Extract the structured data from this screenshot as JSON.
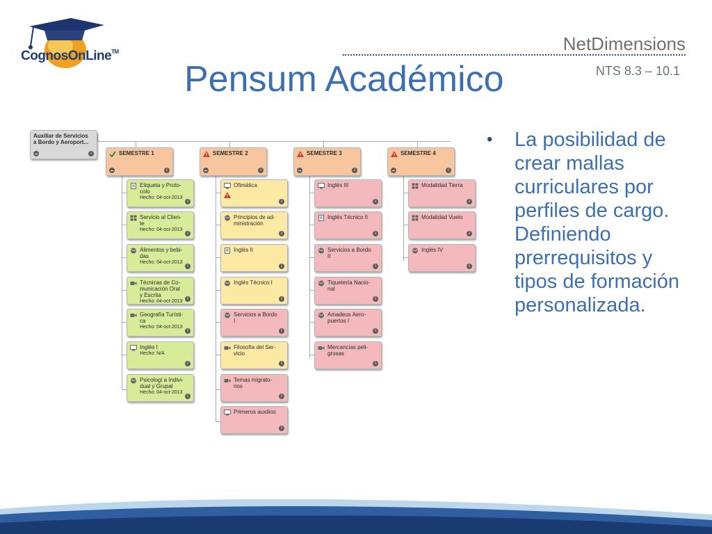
{
  "header": {
    "logo_text_cognos": "Cognos",
    "logo_text_online": "OnLine",
    "logo_tm": "TM",
    "brand": "NetDimensions",
    "version": "NTS 8.3 – 10.1",
    "title": "Pensum Académico"
  },
  "chart": {
    "root": {
      "line1": "Auxiliar de Servicios",
      "line2": "a Bordo y Aeroport..."
    },
    "semesters": [
      {
        "label": "SEMESTRE 1",
        "status_icon": "check-icon"
      },
      {
        "label": "SEMESTRE 2",
        "status_icon": "warning-icon"
      },
      {
        "label": "SEMESTRE 3",
        "status_icon": "warning-icon"
      },
      {
        "label": "SEMESTRE 4",
        "status_icon": "warning-icon"
      }
    ],
    "col1": [
      {
        "l1": "Etiqueta y Proto-",
        "l2": "colo",
        "done": "Hecho: 04-oct-2013",
        "icon": "document-icon"
      },
      {
        "l1": "Servicio al Clien-",
        "l2": "te",
        "done": "Hecho: 04-oct-2013",
        "icon": "grid-icon"
      },
      {
        "l1": "Alimentos y bebi-",
        "l2": "das",
        "done": "Hecho: 04-oct-2013",
        "icon": "globe-icon"
      },
      {
        "l1": "Técnicas de Co-",
        "l2": "municación Oral",
        "l3": "y Escrita",
        "done": "Hecho: 04-oct-2013",
        "icon": "video-icon"
      },
      {
        "l1": "Geografía Turísti-",
        "l2": "ca",
        "done": "Hecho: 04-oct-2013",
        "icon": "video-icon"
      },
      {
        "l1": "Inglés I",
        "l2": "",
        "done": "Hecho: N/A",
        "icon": "monitor-icon"
      },
      {
        "l1": "Psicologí a Indivi-",
        "l2": "dual y Grupal",
        "done": "Hecho: 04-oct-2013",
        "icon": "globe-icon"
      }
    ],
    "col2": [
      {
        "l1": "Ofimática",
        "l2": "",
        "icon": "monitor-icon",
        "color": "yellow",
        "warn": true
      },
      {
        "l1": "Principios de ad-",
        "l2": "ministración",
        "icon": "globe-icon",
        "color": "yellow"
      },
      {
        "l1": "Inglés II",
        "l2": "",
        "icon": "document-icon",
        "color": "yellow"
      },
      {
        "l1": "Inglés Técnico I",
        "l2": "",
        "icon": "globe-icon",
        "color": "yellow"
      },
      {
        "l1": "Servicios a Bordo",
        "l2": "I",
        "icon": "globe-icon",
        "color": "pink"
      },
      {
        "l1": "Filosofía del Ser-",
        "l2": "vicio",
        "icon": "video-icon",
        "color": "yellow"
      },
      {
        "l1": "Temas migrato-",
        "l2": "rios",
        "icon": "video-icon",
        "color": "pink"
      },
      {
        "l1": "Primeros auxilios",
        "l2": "",
        "icon": "monitor-icon",
        "color": "pink"
      }
    ],
    "col3": [
      {
        "l1": "Inglés III",
        "l2": "",
        "icon": "monitor-icon"
      },
      {
        "l1": "Inglés Técnico II",
        "l2": "",
        "icon": "document-icon"
      },
      {
        "l1": "Servicios a Bordo",
        "l2": "II",
        "icon": "globe-icon"
      },
      {
        "l1": "Tiquetería Nacio-",
        "l2": "nal",
        "icon": "globe-icon"
      },
      {
        "l1": "Amadeus Aero-",
        "l2": "puertos I",
        "icon": "globe-icon"
      },
      {
        "l1": "Mercancias peli-",
        "l2": "grosas",
        "icon": "video-icon"
      }
    ],
    "col4": [
      {
        "l1": "Modalidad Tierra",
        "l2": "",
        "icon": "grid-icon"
      },
      {
        "l1": "Modalidad Vuelo",
        "l2": "",
        "icon": "grid-icon"
      },
      {
        "l1": "Inglés IV",
        "l2": "",
        "icon": "globe-icon"
      }
    ],
    "info_glyph": "i"
  },
  "bullet": {
    "marker": "•",
    "text": "La posibilidad de crear mallas curriculares por perfiles de cargo. Definiendo prerrequisitos y tipos de formación personalizada."
  },
  "colors": {
    "title_blue": "#3c6fb1",
    "semester_orange": "#f7c69f",
    "done_green": "#d7eb98",
    "pending_yellow": "#fbe9a4",
    "blocked_pink": "#f3b9bd"
  }
}
